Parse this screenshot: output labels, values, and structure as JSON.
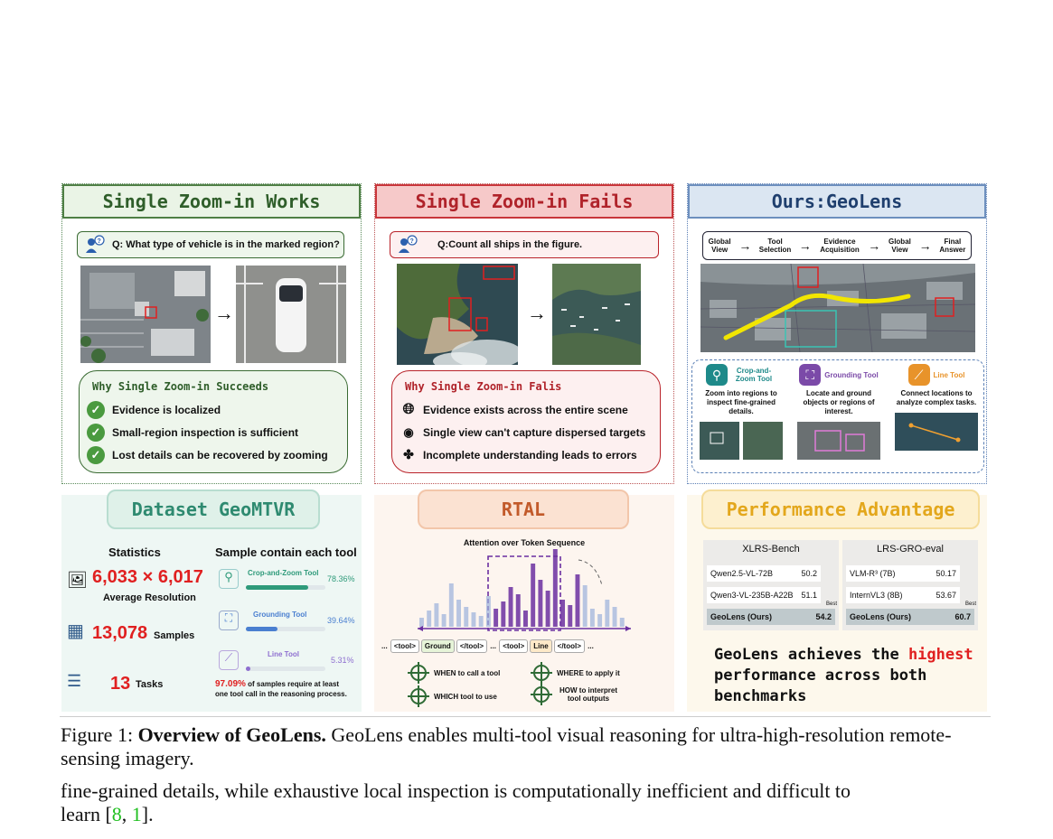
{
  "panel1": {
    "title": "Single Zoom-in Works",
    "question": "Q: What type of vehicle is in the marked region?",
    "reason_title": "Why Single Zoom-in Succeeds",
    "reasons": [
      "Evidence is localized",
      "Small-region inspection is sufficient",
      "Lost details can be recovered by zooming"
    ]
  },
  "panel2": {
    "title": "Single Zoom-in Fails",
    "question": "Q:Count all ships in the figure.",
    "reason_title": "Why Single Zoom-in Falis",
    "reasons": [
      "Evidence exists across the entire scene",
      "Single view can't capture dispersed targets",
      "Incomplete understanding leads to errors"
    ]
  },
  "panel3": {
    "title": "Ours:GeoLens",
    "pipeline": [
      "Global View",
      "Tool Selection",
      "Evidence Acquisition",
      "Global View",
      "Final Answer"
    ],
    "tools": [
      {
        "name": "Crop-and-Zoom Tool",
        "desc": "Zoom into regions to inspect fine-grained details.",
        "color": "#1e8a8a"
      },
      {
        "name": "Grounding Tool",
        "desc": "Locate and ground objects or regions of interest.",
        "color": "#7b4aa8"
      },
      {
        "name": "Line Tool",
        "desc": "Connect locations to analyze complex tasks.",
        "color": "#e8932a"
      }
    ]
  },
  "panel4": {
    "title": "Dataset GeoMTVR",
    "stats_title": "Statistics",
    "resolution": "6,033 × 6,017",
    "resolution_label": "Average Resolution",
    "samples": "13,078",
    "samples_label": "Samples",
    "tasks": "13",
    "tasks_label": "Tasks",
    "tools_title": "Sample contain each tool",
    "tool_usage": [
      {
        "name": "Crop-and-Zoom Tool",
        "pct": "78.36%",
        "value": 78.36,
        "color": "#2e9a7a"
      },
      {
        "name": "Grounding Tool",
        "pct": "39.64%",
        "value": 39.64,
        "color": "#4a7fd0"
      },
      {
        "name": "Line Tool",
        "pct": "5.31%",
        "value": 5.31,
        "color": "#8e6fd0"
      }
    ],
    "footnote_pct": "97.09%",
    "footnote_1": "of samples require at least",
    "footnote_2": "one tool call in the reasoning process."
  },
  "panel5": {
    "title": "RTAL",
    "chart_title": "Attention over Token Sequence",
    "tokens_left": [
      "<tool>",
      "Ground",
      "</tool>"
    ],
    "tokens_right": [
      "<tool>",
      "Line",
      "</tool>"
    ],
    "ellipsis": "...",
    "questions": [
      "WHEN to call a tool",
      "WHERE to apply it",
      "WHICH tool to use",
      "HOW to interpret tool outputs"
    ]
  },
  "panel6": {
    "title": "Performance Advantage",
    "chart_data": [
      {
        "type": "table",
        "title": "XLRS-Bench",
        "rows": [
          {
            "model": "Qwen2.5-VL-72B",
            "score": "50.2"
          },
          {
            "model": "Qwen3-VL-235B-A22B",
            "score": "51.1"
          },
          {
            "model": "GeoLens (Ours)",
            "score": "54.2"
          }
        ],
        "best_label": "Best"
      },
      {
        "type": "table",
        "title": "LRS-GRO-eval",
        "rows": [
          {
            "model": "VLM-R³ (7B)",
            "score": "50.17"
          },
          {
            "model": "InternVL3 (8B)",
            "score": "53.67"
          },
          {
            "model": "GeoLens (Ours)",
            "score": "60.7"
          }
        ],
        "best_label": "Best"
      }
    ],
    "claim_1": "GeoLens achieves the ",
    "claim_highlight": "highest",
    "claim_2": "performance across both",
    "claim_3": "benchmarks"
  },
  "caption": {
    "label": "Figure 1:",
    "bold": "Overview of GeoLens.",
    "text": "GeoLens enables multi-tool visual reasoning for ultra-high-resolution remote-sensing imagery.",
    "body_1": "fine-grained details, while exhaustive local inspection is computationally inefficient and difficult to",
    "body_2": "learn [",
    "ref_1": "8",
    "sep": ", ",
    "ref_2": "1",
    "body_3": "]."
  }
}
